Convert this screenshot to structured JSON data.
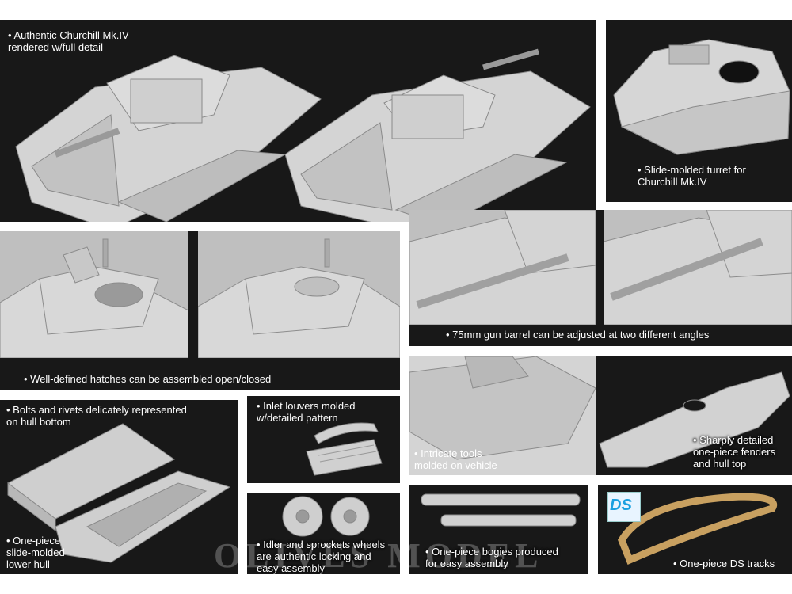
{
  "captions": {
    "authentic": "• Authentic Churchill Mk.IV\n  rendered w/full detail",
    "turret": "• Slide-molded turret for\n  Churchill Mk.IV",
    "hatches": "• Well-defined hatches can be assembled open/closed",
    "gun": "• 75mm gun barrel can be adjusted at two different angles",
    "bolts": "• Bolts and rivets delicately represented\n  on hull bottom",
    "lower_hull": "• One-piece\n  slide-molded\n  lower hull",
    "louvers": "• Inlet louvers molded\n  w/detailed pattern",
    "idler": "• Idler and sprockets wheels\n  are authentic locking and\n  easy assembly",
    "tools": "• Intricate tools\n  molded on vehicle",
    "fenders": "• Sharply detailed\n  one-piece fenders\n  and hull top",
    "bogies": "• One-piece bogies produced\n  for easy assembly",
    "ds_tracks": "• One-piece DS tracks"
  },
  "logo": {
    "text": "DS"
  },
  "watermark": {
    "text": "OLIVES MODEL"
  },
  "colors": {
    "panel": "#181818",
    "model": "#d2d2d2",
    "track": "#c8a060"
  }
}
